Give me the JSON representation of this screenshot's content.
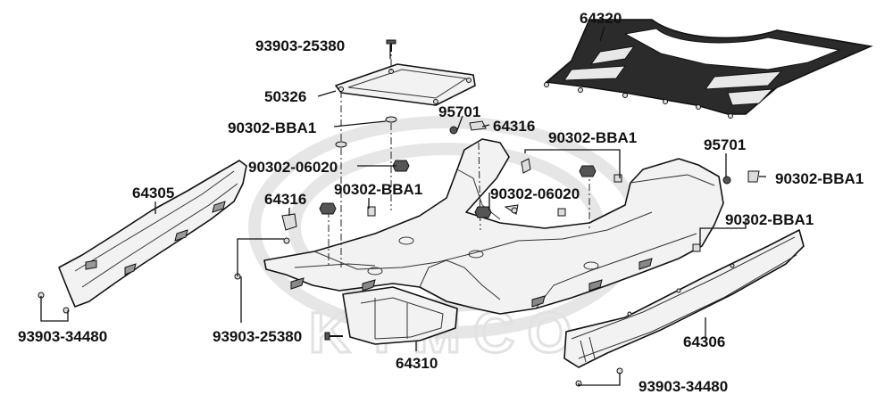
{
  "watermark": {
    "brand": "KYMCO"
  },
  "parts": [
    {
      "id": "p64320",
      "number": "64320"
    },
    {
      "id": "p93903-25380-top",
      "number": "93903-25380"
    },
    {
      "id": "p50326",
      "number": "50326"
    },
    {
      "id": "p90302-BBA1-a",
      "number": "90302-BBA1"
    },
    {
      "id": "p95701-a",
      "number": "95701"
    },
    {
      "id": "p64316-a",
      "number": "64316"
    },
    {
      "id": "p90302-BBA1-b",
      "number": "90302-BBA1"
    },
    {
      "id": "p90302-06020-a",
      "number": "90302-06020"
    },
    {
      "id": "p95701-b",
      "number": "95701"
    },
    {
      "id": "p64305",
      "number": "64305"
    },
    {
      "id": "p64316-b",
      "number": "64316"
    },
    {
      "id": "p90302-BBA1-c",
      "number": "90302-BBA1"
    },
    {
      "id": "p90302-06020-b",
      "number": "90302-06020"
    },
    {
      "id": "p90302-BBA1-d",
      "number": "90302-BBA1"
    },
    {
      "id": "p90302-BBA1-e",
      "number": "90302-BBA1"
    },
    {
      "id": "p93903-34480-left",
      "number": "93903-34480"
    },
    {
      "id": "p93903-25380-bottom",
      "number": "93903-25380"
    },
    {
      "id": "p64310",
      "number": "64310"
    },
    {
      "id": "p64306",
      "number": "64306"
    },
    {
      "id": "p93903-34480-right",
      "number": "93903-34480"
    }
  ]
}
